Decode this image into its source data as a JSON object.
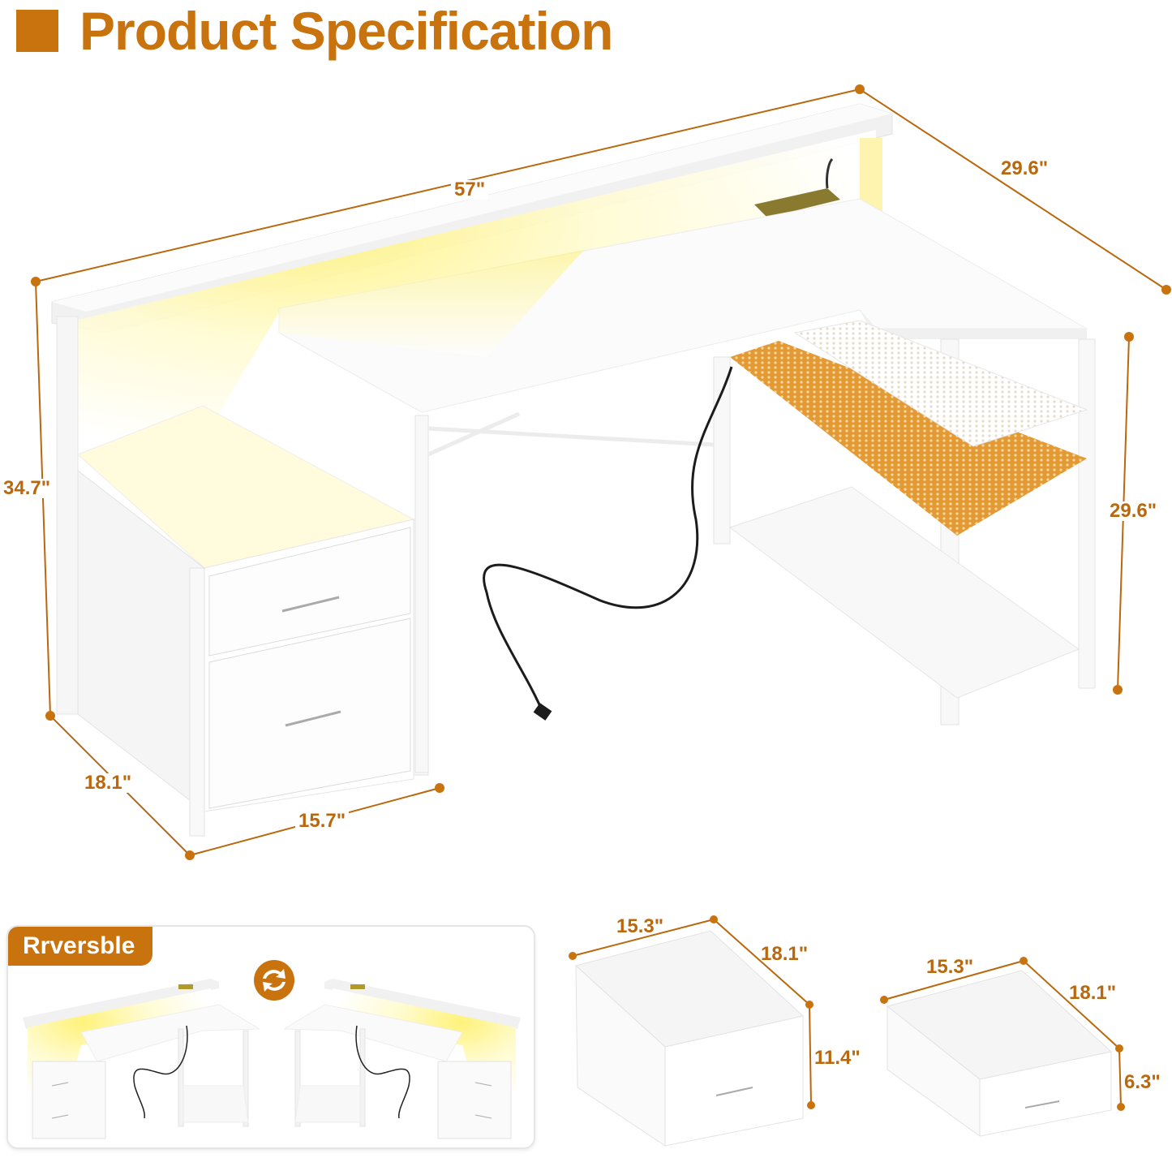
{
  "header": {
    "title": "Product Specification"
  },
  "colors": {
    "accent": "#c8730d",
    "dimension_line": "#b9680e",
    "led_glow": "#fff59a",
    "desk_white": "#f7f7f7",
    "mesh_shelf_orange": "#e39a34",
    "cord": "#1c1c1c"
  },
  "desk_dimensions": {
    "width": "57\"",
    "depth_right": "29.6\"",
    "total_height": "34.7\"",
    "desk_height": "29.6\"",
    "cabinet_depth": "18.1\"",
    "cabinet_width": "15.7\""
  },
  "reversible_panel": {
    "badge": "Rrversble",
    "icon": "reverse-arrows-icon"
  },
  "drawers": [
    {
      "name": "file-drawer",
      "width": "15.3\"",
      "depth": "18.1\"",
      "height": "11.4\""
    },
    {
      "name": "small-drawer",
      "width": "15.3\"",
      "depth": "18.1\"",
      "height": "6.3\""
    }
  ]
}
